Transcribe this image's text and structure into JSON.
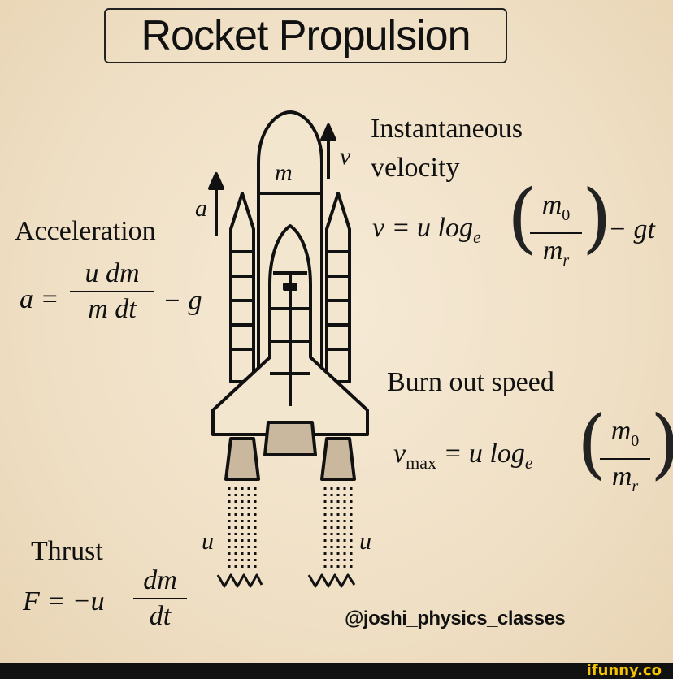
{
  "title": "Rocket Propulsion",
  "rocket": {
    "mass_label": "m",
    "accel_label": "a",
    "velocity_label": "v",
    "exhaust_label_left": "u",
    "exhaust_label_right": "u"
  },
  "acceleration": {
    "heading": "Acceleration",
    "lhs": "a =",
    "num": "u dm",
    "den": "m dt",
    "tail": "− g"
  },
  "velocity": {
    "heading_line1": "Instantaneous",
    "heading_line2": "velocity",
    "lhs": "v = u log",
    "base": "e",
    "num": "m",
    "num_sub": "0",
    "den": "m",
    "den_sub": "r",
    "tail": "− gt"
  },
  "burnout": {
    "heading": "Burn out speed",
    "lhs_var": "v",
    "lhs_sub": "max",
    "eq": "= u log",
    "base": "e",
    "num": "m",
    "num_sub": "0",
    "den": "m",
    "den_sub": "r"
  },
  "thrust": {
    "heading": "Thrust",
    "lhs": "F = −u",
    "num": "dm",
    "den": "dt"
  },
  "handle": "@joshi_physics_classes",
  "brand": "ifunny.co"
}
